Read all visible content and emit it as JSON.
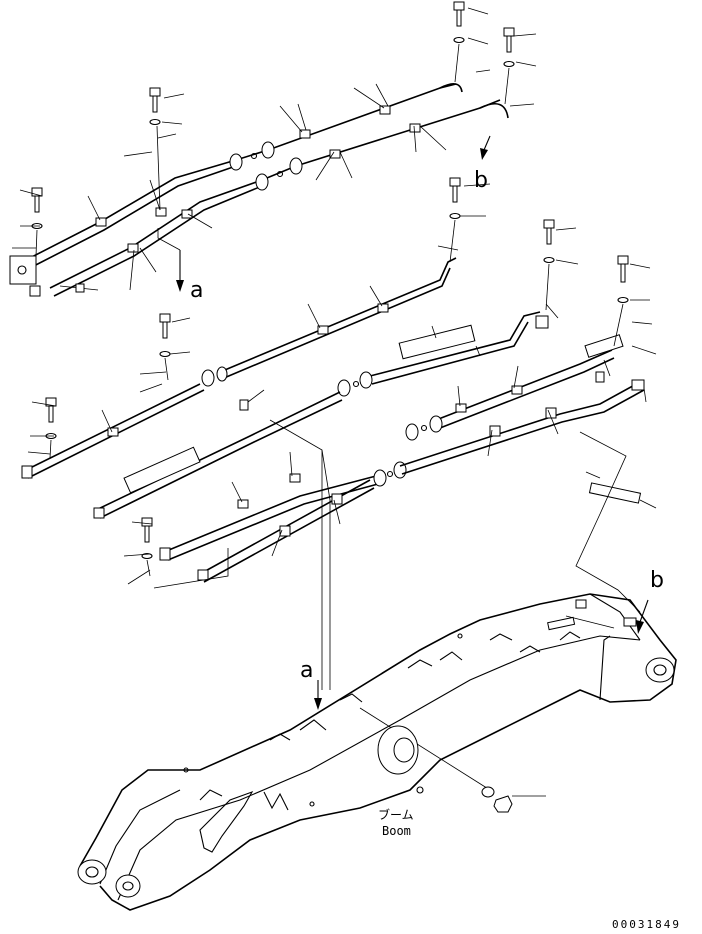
{
  "callouts": {
    "a_upper": "a",
    "b_upper": "b",
    "a_lower": "a",
    "b_lower": "b"
  },
  "boom_label_jp": "ブーム",
  "boom_label_en": "Boom",
  "document_number": "00031849"
}
